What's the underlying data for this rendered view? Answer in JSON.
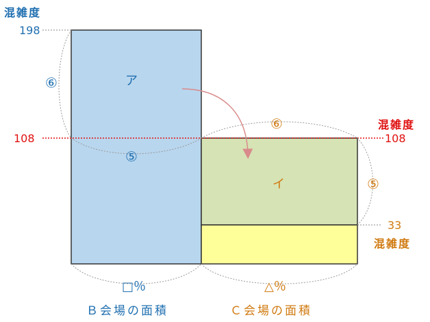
{
  "labels": {
    "congestion_left": "混雑度",
    "value_198": "198",
    "value_108_left": "108",
    "congestion_right_red": "混雑度",
    "value_108_right": "108",
    "value_33": "33",
    "congestion_orange": "混雑度",
    "region_a": "ア",
    "region_i": "イ",
    "num6_left": "⑥",
    "num5_left": "⑤",
    "num6_right": "⑥",
    "num5_right": "⑤",
    "b_percent": "□％",
    "c_percent": "△％",
    "b_area": "Ｂ会場の面積",
    "c_area": "Ｃ会場の面積"
  },
  "colors": {
    "blue_text": "#1f6fb0",
    "red": "#e01010",
    "orange": "#d07a10",
    "rect_b": "#b8d6ee",
    "rect_c_top": "#d6e3b4",
    "rect_c_bottom": "#ffff99",
    "arrow": "#d98b8b"
  }
}
